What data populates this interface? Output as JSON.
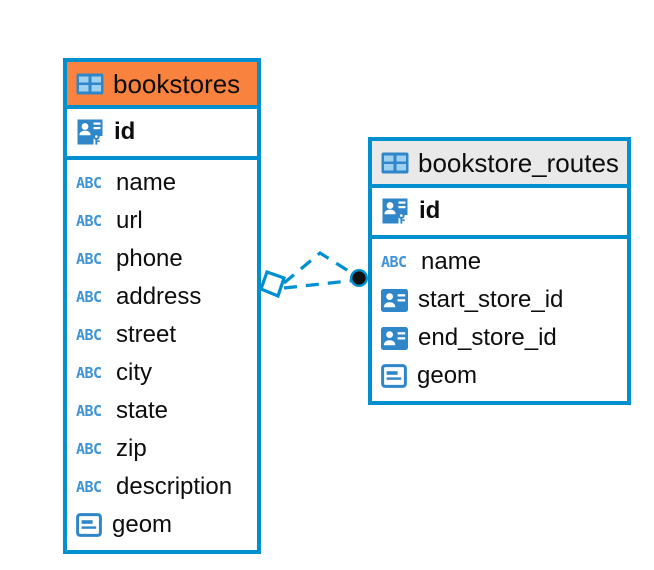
{
  "diagram": {
    "title": "bookstores / bookstore_routes entity relationship diagram",
    "background": "#ffffff",
    "accent_blue": "#0090d0",
    "icon_blue": "#3f94d6",
    "header_orange": "#f9823f",
    "header_grey": "#e9e9e9",
    "connector_color": "#0090d0",
    "endpoint_dot_color": "#111111"
  },
  "entities": [
    {
      "id": "bookstores",
      "name": "bookstores",
      "header_style": "accent-orange",
      "table_icon": "table-icon",
      "keys": [
        {
          "name": "id",
          "icon": "primary-key-icon",
          "type": "pk"
        }
      ],
      "fields": [
        {
          "name": "name",
          "icon": "text-abc-icon",
          "type": "text"
        },
        {
          "name": "url",
          "icon": "text-abc-icon",
          "type": "text"
        },
        {
          "name": "phone",
          "icon": "text-abc-icon",
          "type": "text"
        },
        {
          "name": "address",
          "icon": "text-abc-icon",
          "type": "text"
        },
        {
          "name": "street",
          "icon": "text-abc-icon",
          "type": "text"
        },
        {
          "name": "city",
          "icon": "text-abc-icon",
          "type": "text"
        },
        {
          "name": "state",
          "icon": "text-abc-icon",
          "type": "text"
        },
        {
          "name": "zip",
          "icon": "text-abc-icon",
          "type": "text"
        },
        {
          "name": "description",
          "icon": "text-abc-icon",
          "type": "text"
        },
        {
          "name": "geom",
          "icon": "geometry-icon",
          "type": "geometry"
        }
      ]
    },
    {
      "id": "bookstore_routes",
      "name": "bookstore_routes",
      "header_style": "accent-grey",
      "table_icon": "table-icon",
      "keys": [
        {
          "name": "id",
          "icon": "primary-key-icon",
          "type": "pk"
        }
      ],
      "fields": [
        {
          "name": "name",
          "icon": "text-abc-icon",
          "type": "text"
        },
        {
          "name": "start_store_id",
          "icon": "foreign-key-icon",
          "type": "fk"
        },
        {
          "name": "end_store_id",
          "icon": "foreign-key-icon",
          "type": "fk"
        },
        {
          "name": "geom",
          "icon": "geometry-icon",
          "type": "geometry"
        }
      ]
    }
  ],
  "relationship": {
    "from_entity": "bookstores",
    "to_entity": "bookstore_routes",
    "line_style": "dashed",
    "source_marker": "diamond-outline",
    "target_marker": "filled-dot",
    "label": ""
  },
  "abc_glyph": "ABC"
}
